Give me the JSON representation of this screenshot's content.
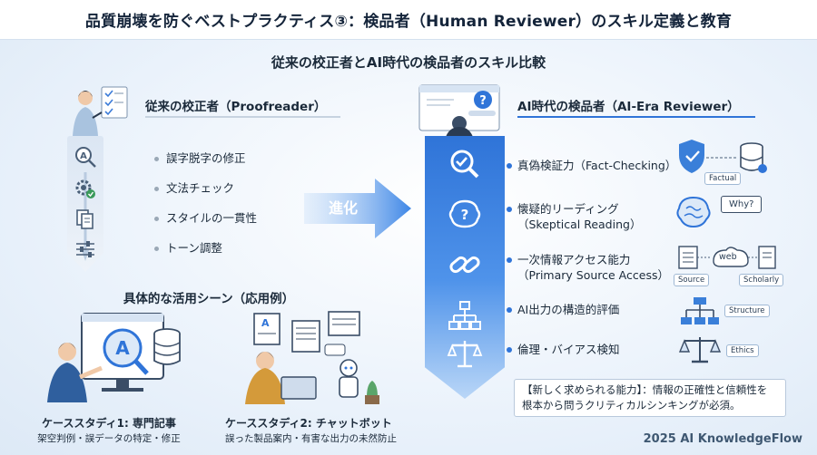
{
  "title": "品質崩壊を防ぐベストプラクティス③：検品者（Human Reviewer）のスキル定義と教育",
  "subtitle": "従来の校正者とAI時代の検品者のスキル比較",
  "evolution_label": "進化",
  "left": {
    "heading": "従来の校正者（Proofreader）",
    "items": [
      "誤字脱字の修正",
      "文法チェック",
      "スタイルの一貫性",
      "トーン調整"
    ],
    "icons": [
      "spellcheck-magnifier-icon",
      "gear-check-icon",
      "documents-icon",
      "sliders-icon"
    ]
  },
  "right": {
    "heading": "AI時代の検品者（AI-Era Reviewer）",
    "skills": [
      {
        "line1": "真偽検証力（Fact-Checking）",
        "line2": "",
        "icon": "magnifier-check-icon",
        "tags": [
          "Factual"
        ]
      },
      {
        "line1": "懐疑的リーディング",
        "line2": "（Skeptical Reading）",
        "icon": "brain-question-icon",
        "tags": [
          "Why?"
        ]
      },
      {
        "line1": "一次情報アクセス能力",
        "line2": "（Primary Source Access）",
        "icon": "chain-link-icon",
        "tags": [
          "web",
          "Source",
          "Scholarly"
        ]
      },
      {
        "line1": "AI出力の構造的評価",
        "line2": "",
        "icon": "hierarchy-icon",
        "tags": [
          "Structure"
        ]
      },
      {
        "line1": "倫理・バイアス検知",
        "line2": "",
        "icon": "scales-icon",
        "tags": [
          "Ethics"
        ]
      }
    ],
    "note_line1": "【新しく求められる能力】：情報の正確性と信頼性を",
    "note_line2": "根本から問うクリティカルシンキングが必須。"
  },
  "usecases": {
    "heading": "具体的な活用シーン（応用例）",
    "cases": [
      {
        "title": "ケーススタディ1: 専門記事",
        "desc": "架空判例・誤データの特定・修正"
      },
      {
        "title": "ケーススタディ2: チャットボット",
        "desc": "誤った製品案内・有害な出力の未然防止"
      }
    ]
  },
  "footer": "2025 AI KnowledgeFlow",
  "colors": {
    "accent": "#2f74d8",
    "text": "#1b2a3a"
  }
}
